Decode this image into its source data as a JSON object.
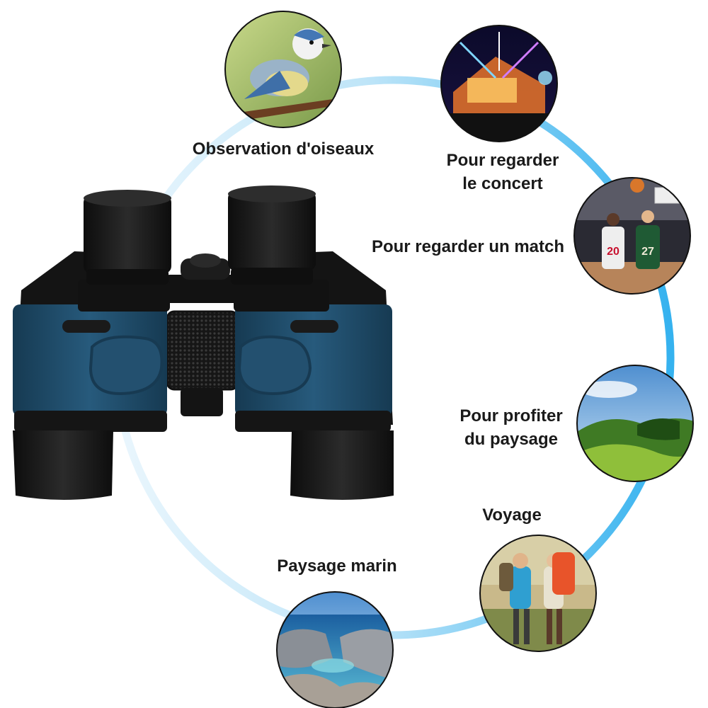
{
  "ring_color": "#3fb6f0",
  "product": {
    "body_color": "#1f4a66",
    "rubber_color": "#1b1b1b"
  },
  "uses": [
    {
      "id": "birds",
      "lines": [
        "Observation d'oiseaux"
      ]
    },
    {
      "id": "concert",
      "lines": [
        "Pour regarder",
        "le concert"
      ]
    },
    {
      "id": "match",
      "lines": [
        "Pour regarder un match"
      ]
    },
    {
      "id": "landscape",
      "lines": [
        "Pour profiter",
        "du paysage"
      ]
    },
    {
      "id": "travel",
      "lines": [
        "Voyage"
      ]
    },
    {
      "id": "seascape",
      "lines": [
        "Paysage marin"
      ]
    }
  ]
}
